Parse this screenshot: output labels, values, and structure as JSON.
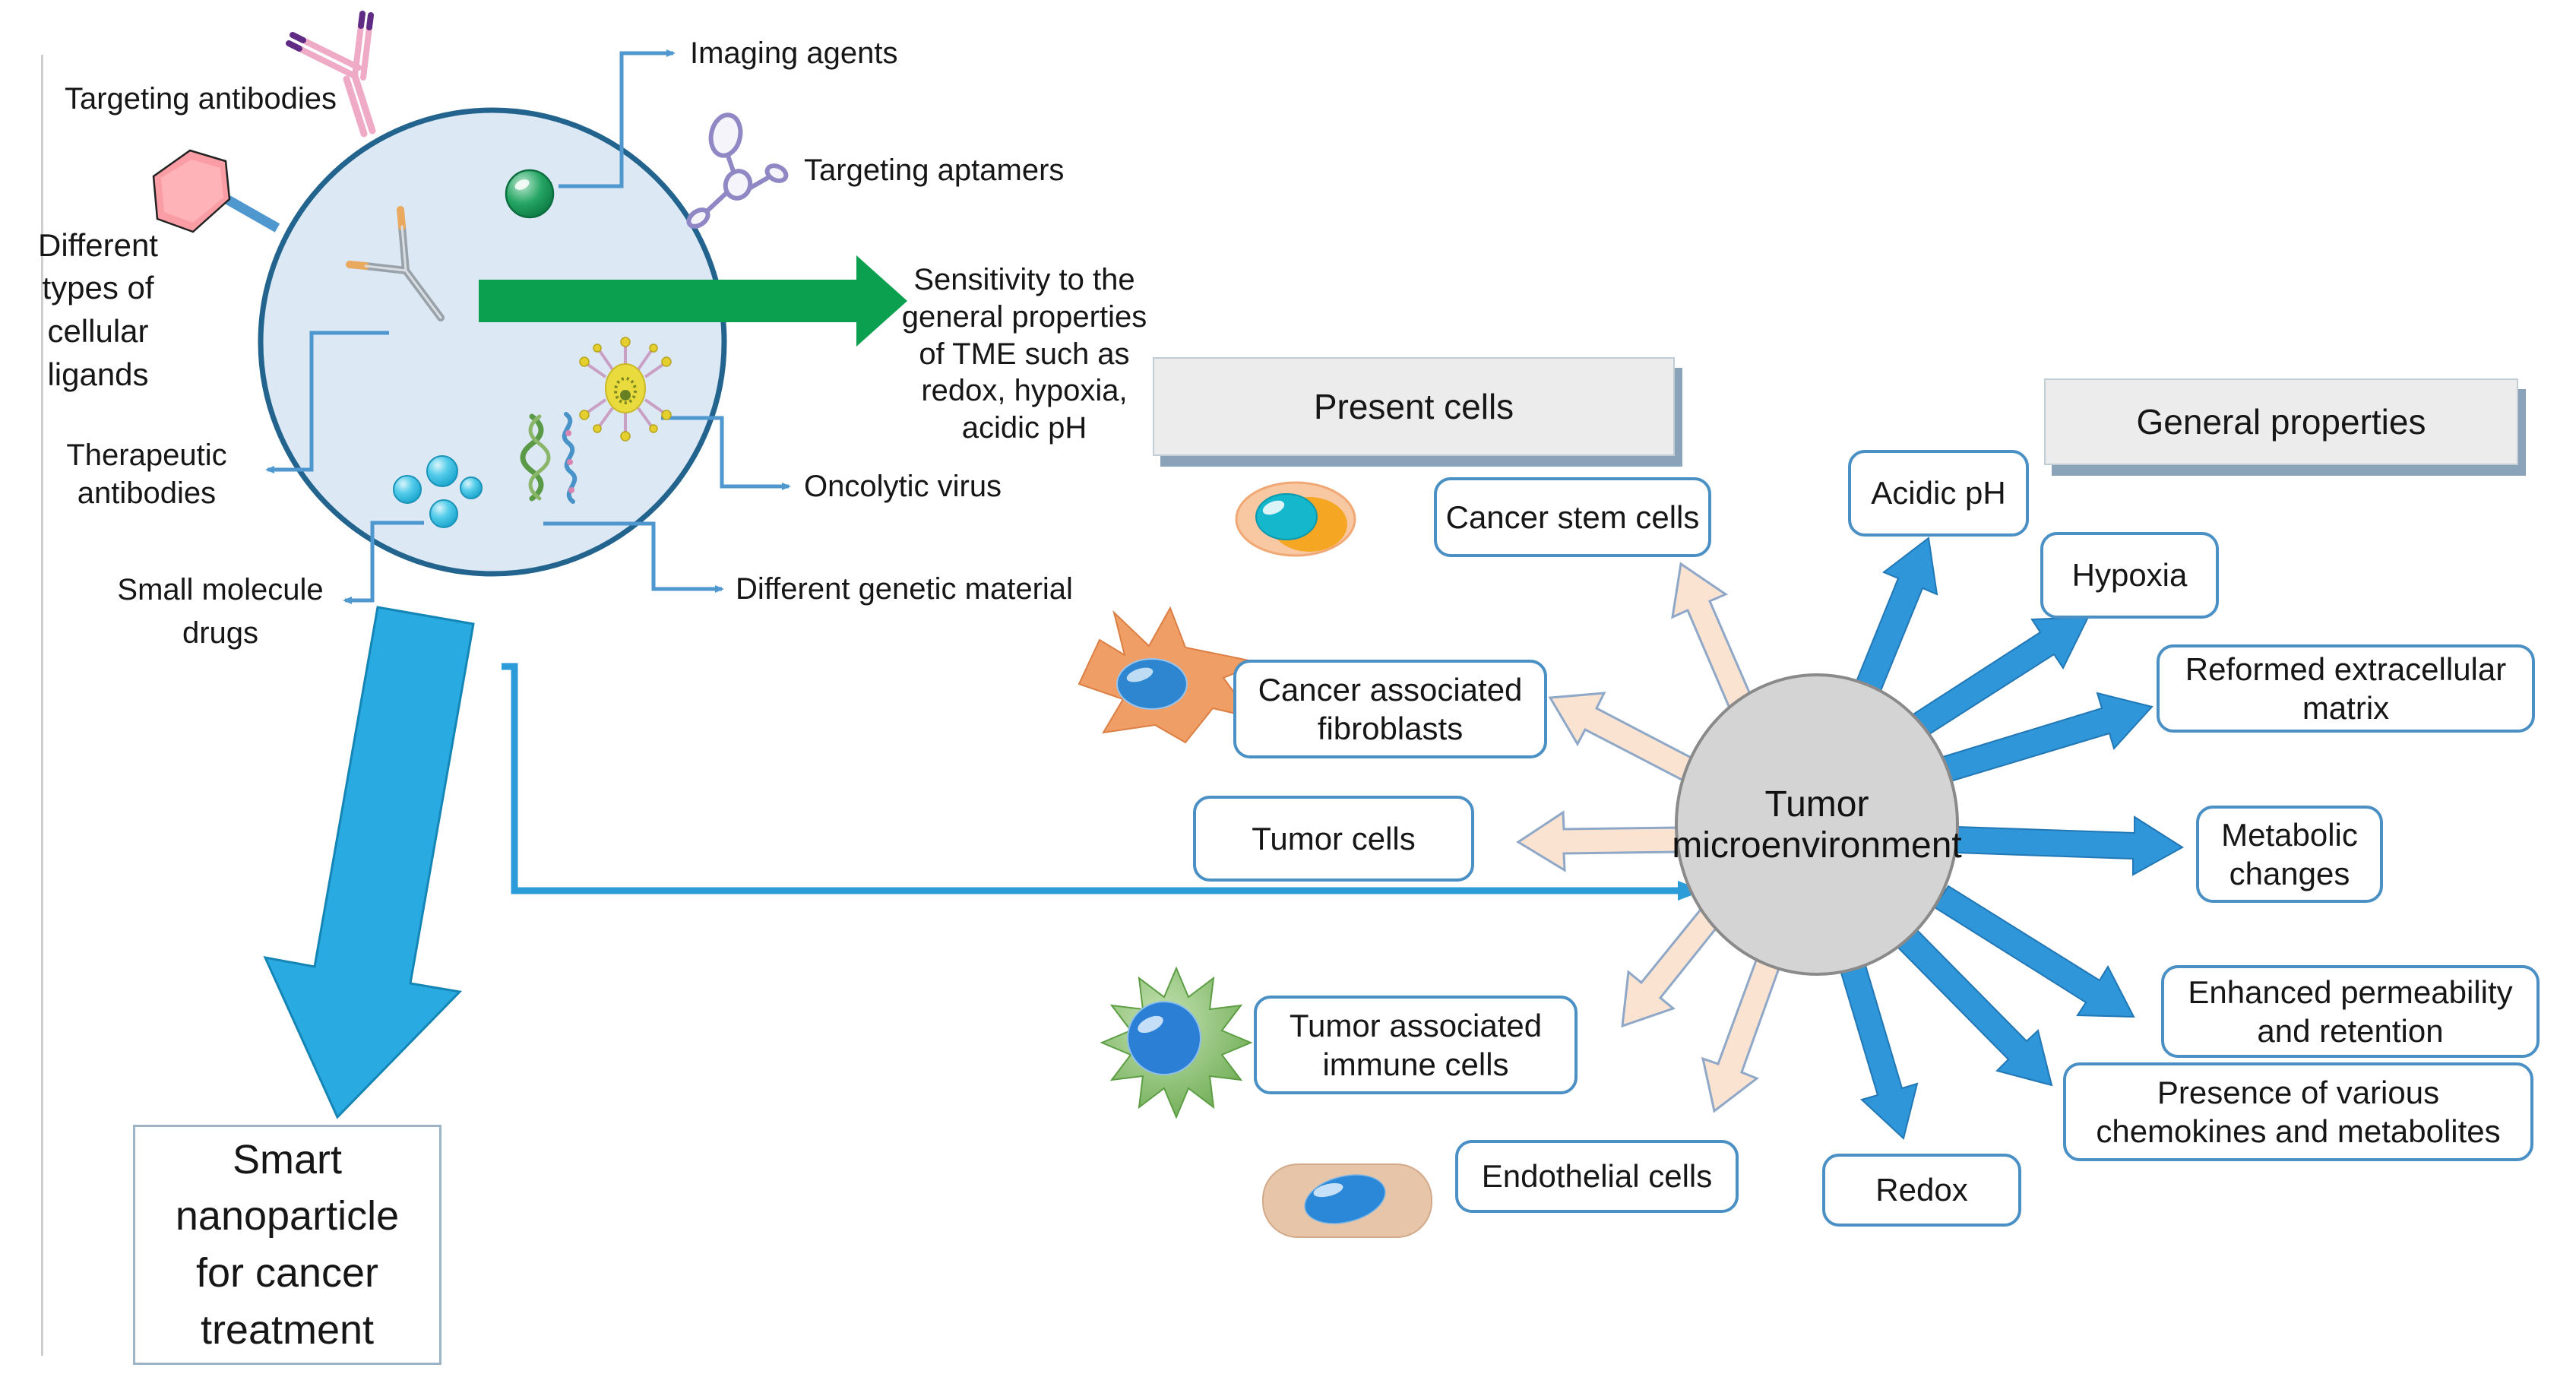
{
  "nanoparticle": {
    "components": {
      "targeting_antibodies": "Targeting antibodies",
      "cellular_ligands": "Different\ntypes of\ncellular\nligands",
      "therapeutic_antibodies": "Therapeutic\nantibodies",
      "small_molecule_drugs": "Small molecule\ndrugs",
      "imaging_agents": "Imaging agents",
      "targeting_aptamers": "Targeting aptamers",
      "oncolytic_virus": "Oncolytic virus",
      "genetic_material": "Different genetic material"
    },
    "sensitivity_note": "Sensitivity to the\ngeneral properties\nof TME such as\nredox, hypoxia,\nacidic pH",
    "result_box": "Smart\nnanoparticle\nfor cancer\ntreatment"
  },
  "tme": {
    "hub_label": "Tumor\nmicroenvironment",
    "present_cells_header": "Present cells",
    "general_properties_header": "General properties",
    "present_cells": [
      {
        "label": "Cancer stem cells"
      },
      {
        "label": "Cancer associated\nfibroblasts"
      },
      {
        "label": "Tumor cells"
      },
      {
        "label": "Tumor associated\nimmune cells"
      },
      {
        "label": "Endothelial cells"
      }
    ],
    "general_properties": [
      {
        "label": "Acidic pH"
      },
      {
        "label": "Hypoxia"
      },
      {
        "label": "Reformed extracellular\nmatrix"
      },
      {
        "label": "Metabolic\nchanges"
      },
      {
        "label": "Enhanced permeability\nand retention"
      },
      {
        "label": "Presence of various\nchemokines and metabolites"
      },
      {
        "label": "Redox"
      }
    ]
  },
  "colors": {
    "nanoparticle_fill": "#dce9f5",
    "nanoparticle_border": "#23648f",
    "green_arrow": "#0ba04f",
    "big_blue_arrow": "#29abe2",
    "radiating_blue_arrow": "#2e96d9",
    "radiating_peach_arrow": "#fbe3d1",
    "tme_hub_fill": "#d4d4d4",
    "label_box_border": "#4a90c4",
    "header_fill": "#ececec"
  },
  "icons": {
    "nanoparticle-circle": "large light-blue sphere",
    "targeting-antibody-icon": "pink Y antibody",
    "cellular-ligand-icon": "pink hexagon",
    "therapeutic-antibody-icon": "gray antibody with orange tips",
    "imaging-agent-icon": "green sphere",
    "targeting-aptamer-icon": "lavender aptamer loops",
    "oncolytic-virus-icon": "yellow spiked virus",
    "genetic-material-icon": "DNA strands",
    "small-molecule-drugs-icon": "cyan droplets",
    "cancer-stem-cell-icon": "peach cell with teal nucleus",
    "fibroblast-icon": "orange spiky cell with blue nucleus",
    "immune-cell-icon": "green spiky cell with blue nucleus",
    "endothelial-cell-icon": "tan capsule cell with blue nucleus",
    "tme-hub": "gray circle hub"
  }
}
